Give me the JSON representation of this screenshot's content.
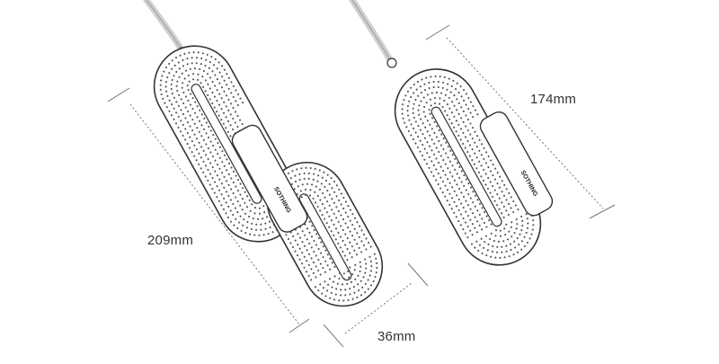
{
  "dimensions": {
    "length_folded": "209mm",
    "length_compact": "174mm",
    "width": "36mm"
  },
  "product": {
    "brand_mark": "SOTHING"
  },
  "colors": {
    "line": "#333333",
    "dot": "#555555",
    "dim_line": "#777777",
    "cord": "#cfcfcf"
  }
}
